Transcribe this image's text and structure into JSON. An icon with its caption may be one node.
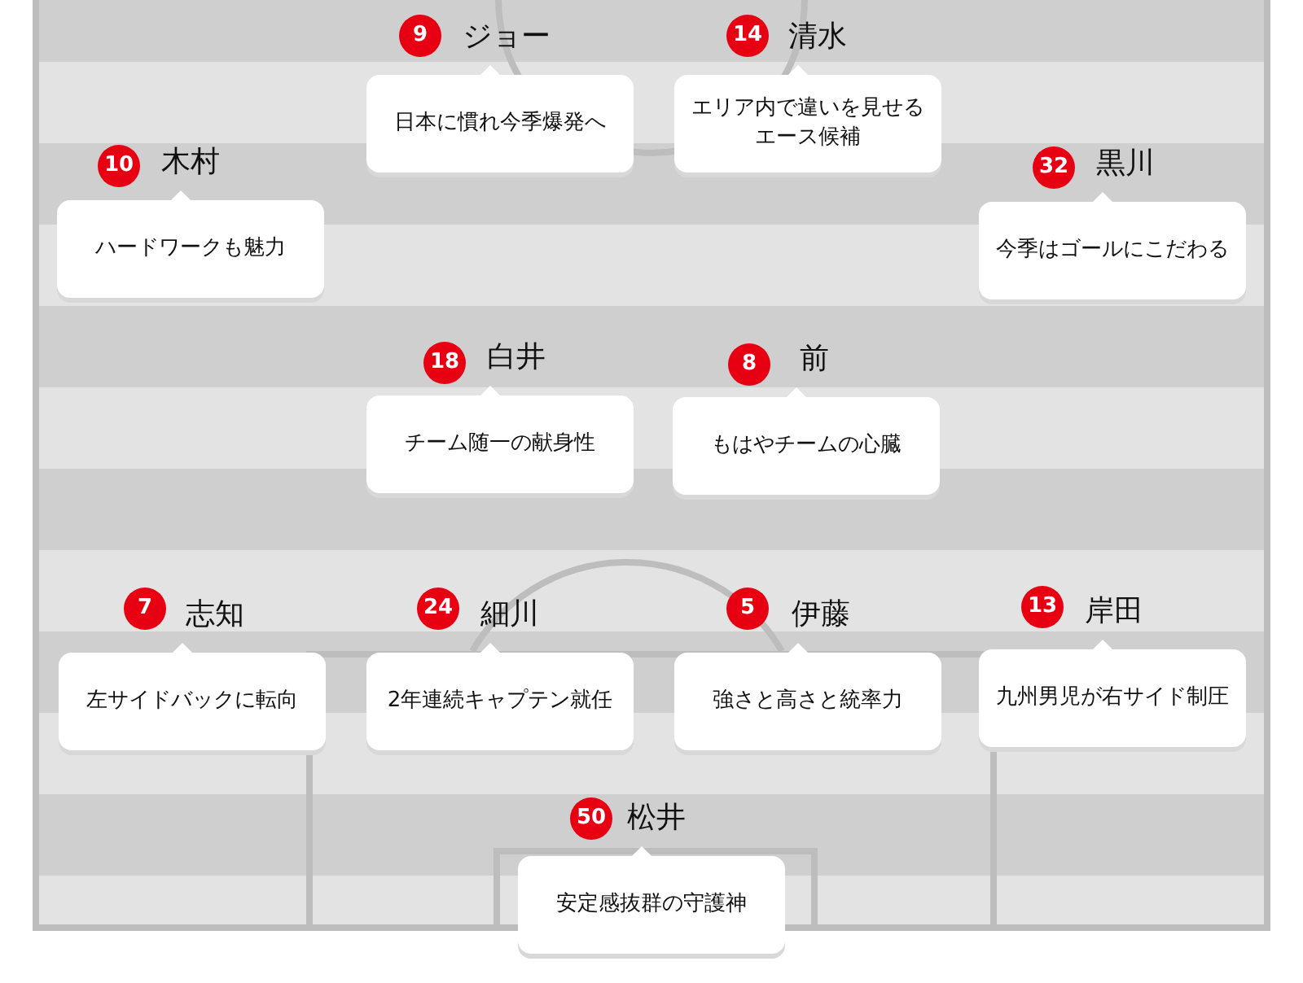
{
  "diagram": {
    "nodes": [
      {
        "text": [
          "9"
        ]
      },
      {
        "text": [
          "ジョー",
          "日本に慣れ今季爆発へ"
        ]
      },
      {
        "text": [
          "14"
        ]
      },
      {
        "text": [
          "清水",
          "エリア内で違いを見せるエース候補"
        ]
      },
      {
        "text": [
          "10"
        ]
      },
      {
        "text": [
          "木村",
          "ハードワークも魅力"
        ]
      },
      {
        "text": [
          "32"
        ]
      },
      {
        "text": [
          "黒川",
          "今季はゴールにこだわる"
        ]
      },
      {
        "text": [
          "18"
        ]
      },
      {
        "text": [
          "白井",
          "チーム随一の献身性"
        ]
      },
      {
        "text": [
          "8"
        ]
      },
      {
        "text": [
          "前",
          "もはやチームの心臓"
        ]
      },
      {
        "text": [
          "7"
        ]
      },
      {
        "text": [
          "志知",
          "左サイドバックに転向"
        ]
      },
      {
        "text": [
          "24"
        ]
      },
      {
        "text": [
          "細川",
          "2年連続キャプテン就任"
        ]
      },
      {
        "text": [
          "5"
        ]
      },
      {
        "text": [
          "伊藤",
          "強さと高さと統率力"
        ]
      },
      {
        "text": [
          "13"
        ]
      },
      {
        "text": [
          "岸田",
          "九州男児が右サイド制圧"
        ]
      },
      {
        "text": [
          "50"
        ]
      },
      {
        "text": [
          "松井",
          "安定感抜群の守護神"
        ]
      }
    ]
  }
}
